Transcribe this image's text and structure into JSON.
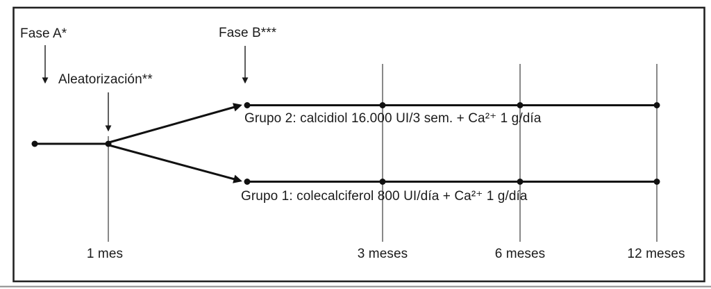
{
  "diagram": {
    "title_semantic": "study-design-timeline",
    "phase_a": {
      "label": "Fase A*"
    },
    "randomization": {
      "label": "Aleatorización**"
    },
    "phase_b": {
      "label": "Fase B***"
    },
    "groups": [
      {
        "id": "grupo-1",
        "label": "Grupo 1: colecalciferol 800 UI/día + Ca²⁺ 1 g/día"
      },
      {
        "id": "grupo-2",
        "label": "Grupo 2: calcidiol 16.000 UI/3 sem. + Ca²⁺ 1 g/día"
      }
    ],
    "milestones": [
      "1 mes",
      "3 meses",
      "6 meses",
      "12 meses"
    ],
    "colors": {
      "ink": "#1a1a1a",
      "background": "#ffffff",
      "bottom_rule": "#8a8a8a"
    }
  }
}
